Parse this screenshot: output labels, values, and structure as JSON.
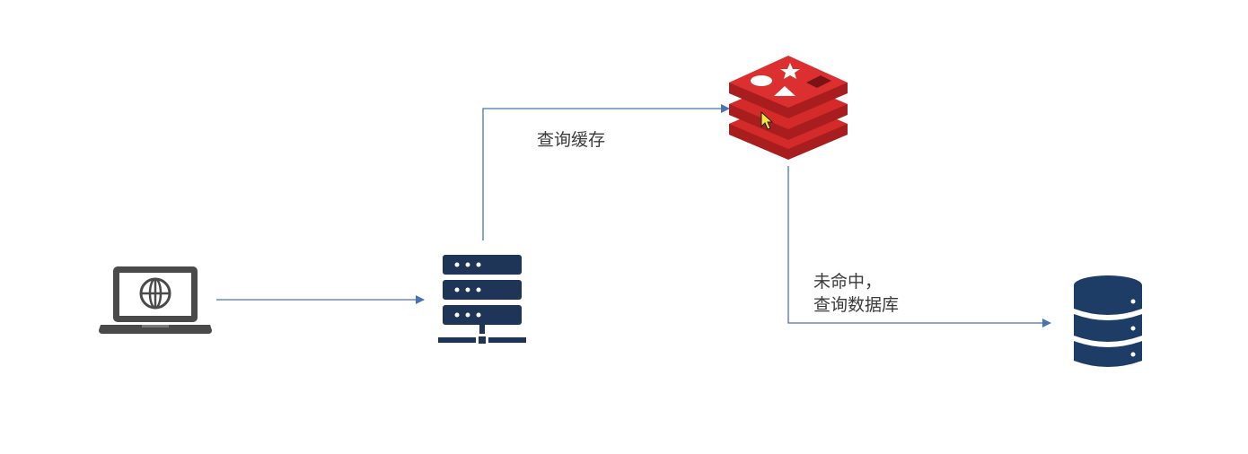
{
  "diagram": {
    "nodes": [
      {
        "id": "client",
        "icon": "laptop-globe-icon"
      },
      {
        "id": "server",
        "icon": "server-rack-icon"
      },
      {
        "id": "cache",
        "icon": "redis-icon"
      },
      {
        "id": "database",
        "icon": "database-icon"
      }
    ],
    "edges": [
      {
        "from": "client",
        "to": "server",
        "label": ""
      },
      {
        "from": "server",
        "to": "cache",
        "label": "查询缓存"
      },
      {
        "from": "cache",
        "to": "database",
        "label_line1": "未命中，",
        "label_line2": "查询数据库"
      }
    ],
    "colors": {
      "arrow": "#4a72b8",
      "server": "#1e3557",
      "database": "#1e3d66",
      "laptop": "#4a4a4a",
      "redis": "#d42a2a"
    }
  }
}
